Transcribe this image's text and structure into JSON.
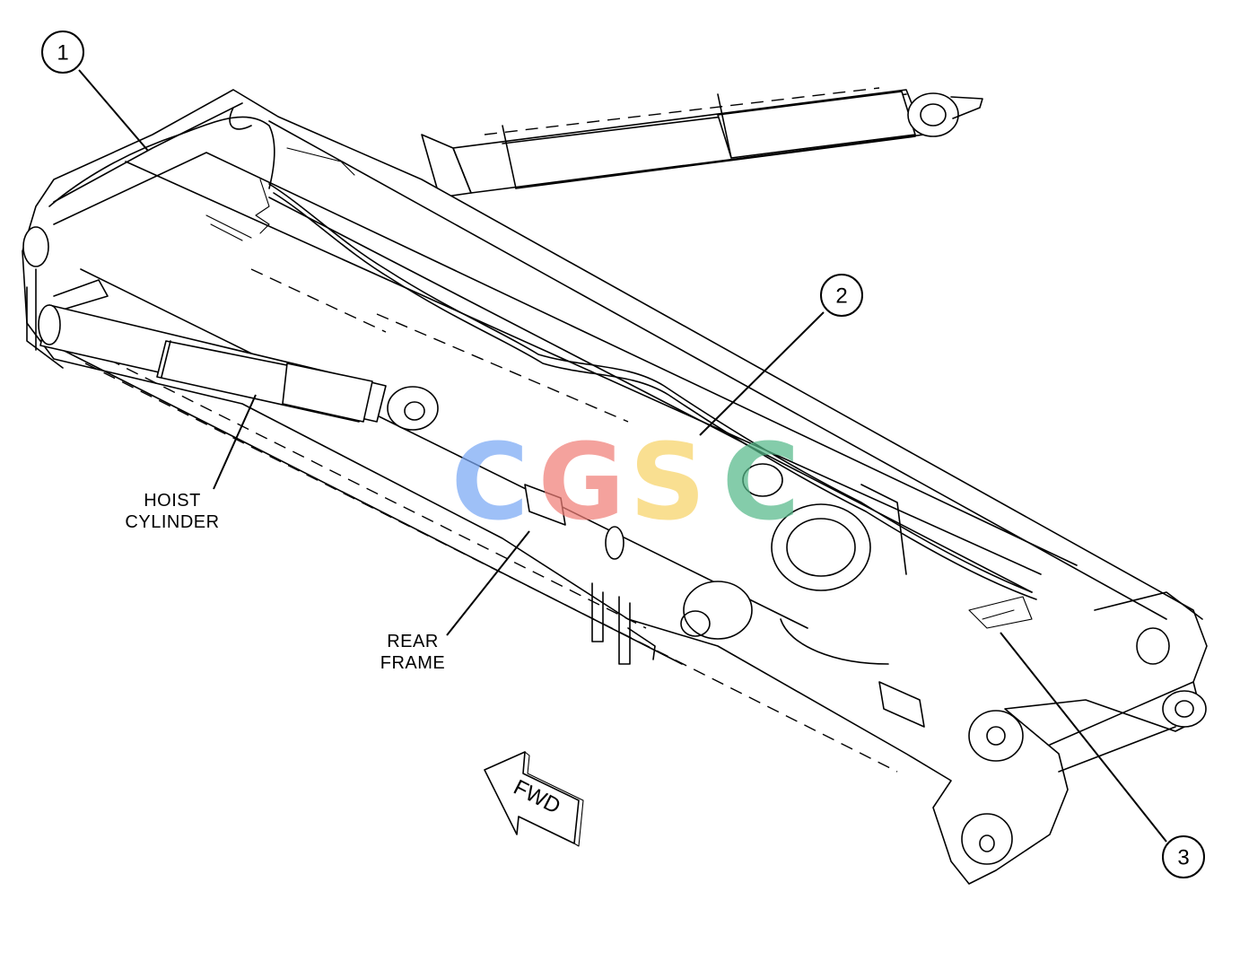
{
  "callouts": [
    {
      "number": "1"
    },
    {
      "number": "2"
    },
    {
      "number": "3"
    }
  ],
  "labels": {
    "hoist_cylinder_line1": "HOIST",
    "hoist_cylinder_line2": "CYLINDER",
    "rear_frame_line1": "REAR",
    "rear_frame_line2": "FRAME",
    "fwd_arrow": "FWD"
  },
  "watermark": {
    "letters": [
      {
        "char": "C",
        "color": "#7aa8f5"
      },
      {
        "char": "G",
        "color": "#f07f78"
      },
      {
        "char": "S",
        "color": "#f8d468"
      },
      {
        "char": "C",
        "color": "#56b98a"
      }
    ]
  }
}
